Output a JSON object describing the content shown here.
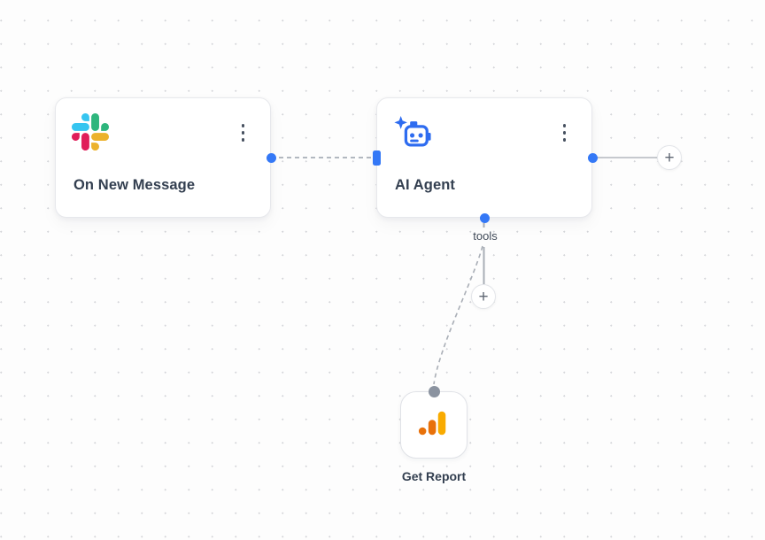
{
  "canvas": {
    "background": "#fdfdfd",
    "grid_dot_color": "#d4d5d9"
  },
  "workflow": {
    "trigger_node": {
      "title": "On New Message",
      "icon": "slack-icon"
    },
    "agent_node": {
      "title": "AI Agent",
      "icon": "robot-sparkle-icon",
      "tools_port_label": "tools"
    },
    "tool_node": {
      "label": "Get Report",
      "icon": "google-analytics-icon"
    },
    "add_next_button": {
      "label": "+"
    },
    "add_tool_button": {
      "label": "+"
    }
  },
  "colors": {
    "connector_blue": "#3478f6",
    "agent_blue": "#2e6cf0",
    "slack_blue": "#36C5F0",
    "slack_green": "#2EB67D",
    "slack_yellow": "#ECB22C",
    "slack_red": "#E01E5A",
    "ga_amber": "#F9AB00",
    "ga_orange": "#E8710A",
    "title_text": "#333f50",
    "wire_dash_gray": "#9aa1ab",
    "wire_solid_gray": "#c6c9ce",
    "wire_tools_gray": "#a9aeb6",
    "gray_port": "#8b93a0"
  }
}
